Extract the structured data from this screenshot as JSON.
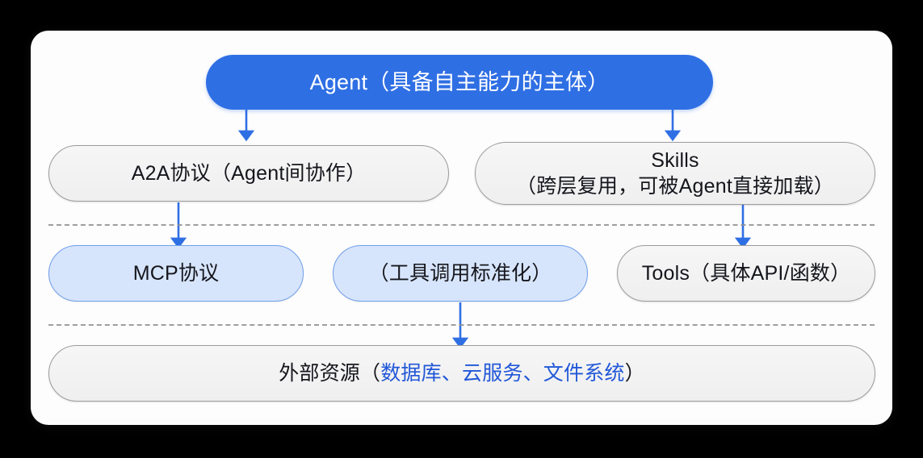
{
  "diagram": {
    "title_node": {
      "id": "agent",
      "text": "Agent（具备自主能力的主体）",
      "style": "blue-solid"
    },
    "layer2": [
      {
        "id": "a2a",
        "text": "A2A协议（Agent间协作）",
        "style": "grey"
      },
      {
        "id": "skills",
        "line1": "Skills",
        "line2": "（跨层复用，可被Agent直接加载）",
        "style": "grey"
      }
    ],
    "layer3": [
      {
        "id": "mcp",
        "text": "MCP协议",
        "style": "blue-light"
      },
      {
        "id": "tool-standard",
        "text": "（工具调用标准化）",
        "style": "blue-light"
      },
      {
        "id": "tools",
        "text": "Tools（具体API/函数）",
        "style": "grey"
      }
    ],
    "layer4": {
      "id": "external-resources",
      "text_dark": "外部资源（",
      "text_blue": "数据库、云服务、文件系统",
      "text_dark_tail": "）",
      "style": "grey"
    },
    "arrows": [
      {
        "from": "agent",
        "to": "a2a"
      },
      {
        "from": "agent",
        "to": "skills"
      },
      {
        "from": "a2a",
        "to": "mcp"
      },
      {
        "from": "skills",
        "to": "tools"
      },
      {
        "from": "tool-standard",
        "to": "external-resources"
      }
    ],
    "dividers": 2,
    "colors": {
      "accent_blue": "#2f6fe4",
      "arrow_blue": "#2f6fe4",
      "light_blue_fill": "#d7e5fc",
      "light_blue_border": "#6f9ee9",
      "grey_fill": "#f3f3f3",
      "grey_border": "#9c9c9c",
      "text_dark": "#15161c",
      "text_blue": "#2157d8",
      "divider_grey": "#8e8e93",
      "card_bg": "#fdfdfd",
      "page_bg": "#000000"
    }
  }
}
